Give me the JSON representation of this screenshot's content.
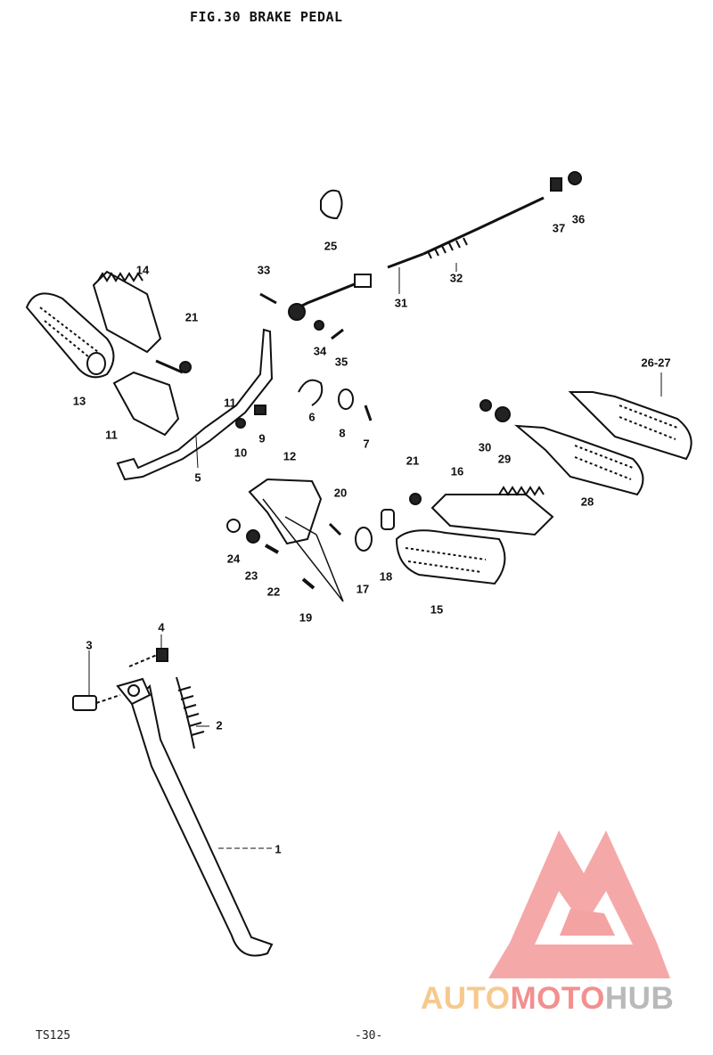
{
  "title": "FIG.30  BRAKE PEDAL",
  "callouts": [
    {
      "id": "1",
      "label": "1"
    },
    {
      "id": "2",
      "label": "2"
    },
    {
      "id": "3",
      "label": "3"
    },
    {
      "id": "4",
      "label": "4"
    },
    {
      "id": "5",
      "label": "5"
    },
    {
      "id": "6",
      "label": "6"
    },
    {
      "id": "7",
      "label": "7"
    },
    {
      "id": "8",
      "label": "8"
    },
    {
      "id": "9",
      "label": "9"
    },
    {
      "id": "10",
      "label": "10"
    },
    {
      "id": "11a",
      "label": "11"
    },
    {
      "id": "11b",
      "label": "11"
    },
    {
      "id": "12",
      "label": "12"
    },
    {
      "id": "13",
      "label": "13"
    },
    {
      "id": "14",
      "label": "14"
    },
    {
      "id": "15",
      "label": "15"
    },
    {
      "id": "16",
      "label": "16"
    },
    {
      "id": "17",
      "label": "17"
    },
    {
      "id": "18",
      "label": "18"
    },
    {
      "id": "19",
      "label": "19"
    },
    {
      "id": "20",
      "label": "20"
    },
    {
      "id": "21a",
      "label": "21"
    },
    {
      "id": "21b",
      "label": "21"
    },
    {
      "id": "22",
      "label": "22"
    },
    {
      "id": "23",
      "label": "23"
    },
    {
      "id": "24",
      "label": "24"
    },
    {
      "id": "25",
      "label": "25"
    },
    {
      "id": "26-27",
      "label": "26-27"
    },
    {
      "id": "28",
      "label": "28"
    },
    {
      "id": "29",
      "label": "29"
    },
    {
      "id": "30",
      "label": "30"
    },
    {
      "id": "31",
      "label": "31"
    },
    {
      "id": "32",
      "label": "32"
    },
    {
      "id": "33",
      "label": "33"
    },
    {
      "id": "34",
      "label": "34"
    },
    {
      "id": "35",
      "label": "35"
    },
    {
      "id": "36",
      "label": "36"
    },
    {
      "id": "37",
      "label": "37"
    }
  ],
  "footer": {
    "model": "TS125",
    "page": "-30-"
  },
  "watermark": {
    "part1": "AUTO",
    "part2": "MOTO",
    "part3": "HUB",
    "colors": {
      "auto": "#f6c98e",
      "moto": "#f38f8f",
      "hub": "#b9b9b9",
      "logo": "#f38f8f"
    }
  }
}
